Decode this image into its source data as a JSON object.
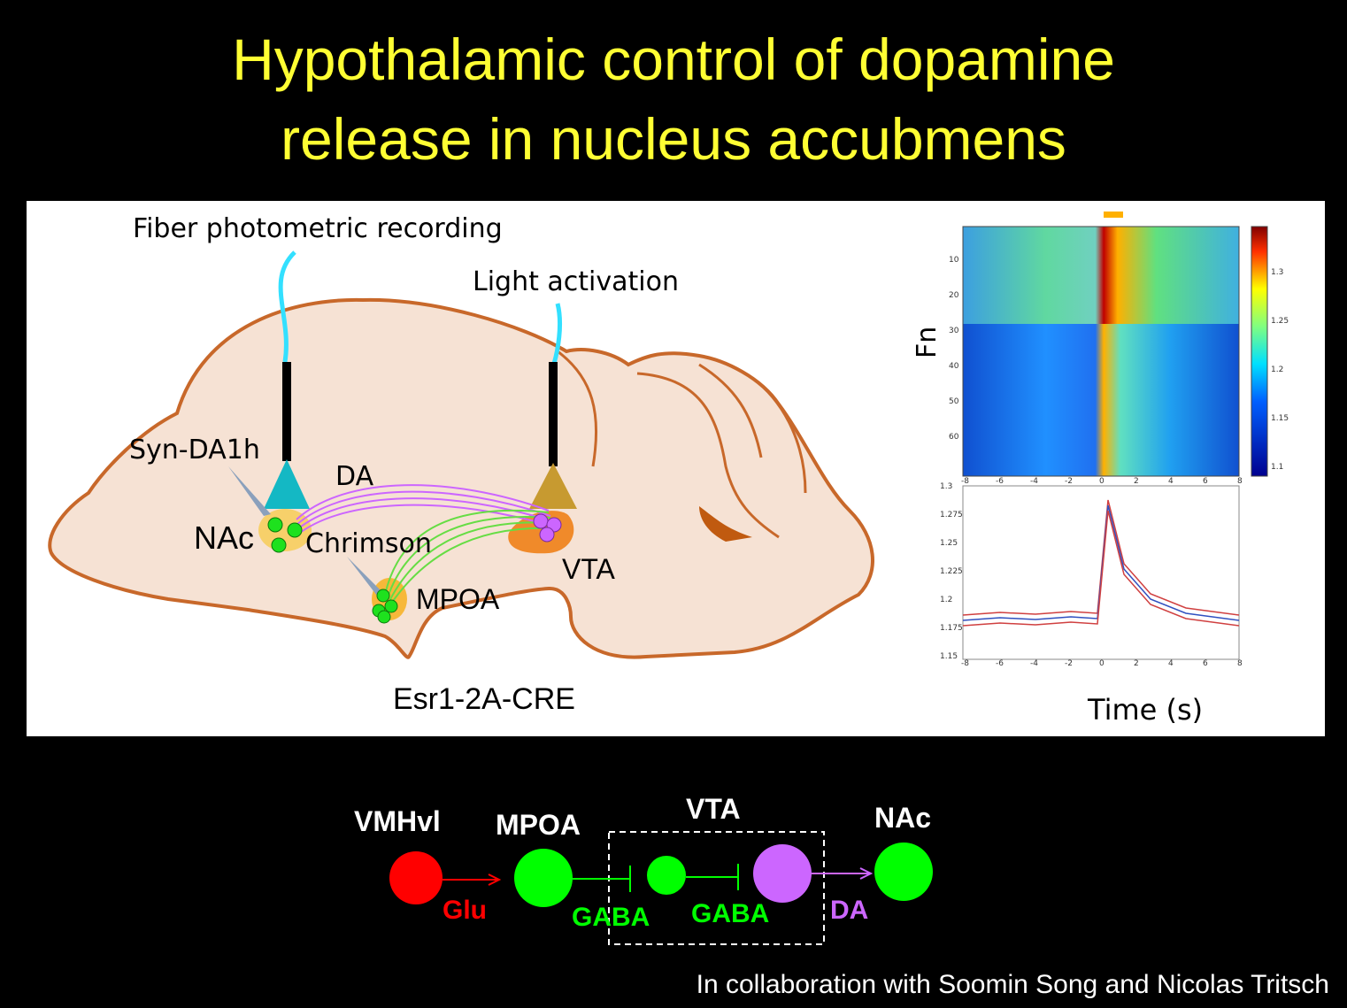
{
  "title": {
    "line1": "Hypothalamic control of dopamine",
    "line2": "release in nucleus accubmens"
  },
  "diagram": {
    "fiber_label": "Fiber photometric recording",
    "light_label": "Light activation",
    "sensor_label": "Syn-DA1h",
    "da_label": "DA",
    "nac_label": "NAc",
    "chrimson_label": "Chrimson",
    "vta_label": "VTA",
    "mpoa_label": "MPOA",
    "mouse_line": "Esr1-2A-CRE"
  },
  "heatmap": {
    "ylabel": "Fn",
    "xlabel": "Time (s)",
    "x_ticks": [
      "-8",
      "-6",
      "-4",
      "-2",
      "0",
      "2",
      "4",
      "6",
      "8"
    ],
    "y_ticks": [
      "10",
      "20",
      "30",
      "40",
      "50",
      "60"
    ],
    "colorbar_ticks": [
      "1.3",
      "1.25",
      "1.2",
      "1.15",
      "1.1"
    ],
    "trace_y_ticks": [
      "1.3",
      "1.275",
      "1.25",
      "1.225",
      "1.2",
      "1.175",
      "1.15"
    ],
    "colors": {
      "low": "#00008f",
      "mid": "#00c0ff",
      "high": "#ffff00",
      "peak": "#a00000"
    }
  },
  "circuit": {
    "nodes": [
      {
        "label": "VMHvl",
        "color": "#ff0000"
      },
      {
        "label": "MPOA",
        "color": "#00ff00"
      },
      {
        "label": "VTA",
        "color": "#00ff00"
      },
      {
        "label": "",
        "color": "#cc66ff"
      },
      {
        "label": "NAc",
        "color": "#00ff00"
      }
    ],
    "links": [
      {
        "label": "Glu",
        "color": "#ff0000"
      },
      {
        "label": "GABA",
        "color": "#00ff00"
      },
      {
        "label": "GABA",
        "color": "#00ff00"
      },
      {
        "label": "DA",
        "color": "#cc66ff"
      }
    ]
  },
  "credit": "In collaboration with Soomin Song and Nicolas  Tritsch"
}
